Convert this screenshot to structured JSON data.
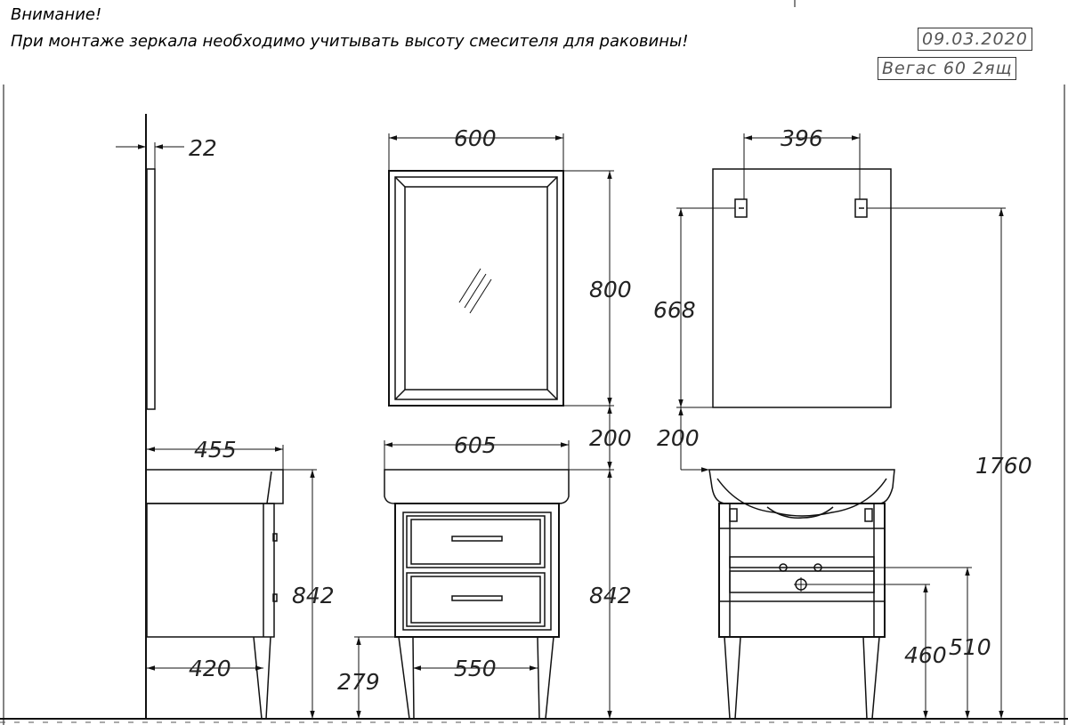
{
  "notes": {
    "warning_title": "Внимание!",
    "warning_text": "При монтаже зеркала необходимо учитывать высоту смесителя для раковины!"
  },
  "stamp": {
    "date": "09.03.2020",
    "model": "Вегас 60  2ящ"
  },
  "dimensions": {
    "mirror_depth": "22",
    "mirror_width": "600",
    "mirror_height": "800",
    "mount_spacing": "396",
    "mount_height": "668",
    "gap_front": "200",
    "gap_back": "200",
    "total_height": "1760",
    "cabinet_depth_top": "455",
    "cabinet_width_top": "605",
    "cabinet_height_side": "842",
    "cabinet_height_front": "842",
    "cabinet_depth_bottom": "420",
    "leg_spacing": "550",
    "leg_height": "279",
    "drain_height": "460",
    "inlet_height": "510"
  },
  "colors": {
    "line": "#1a1a1a",
    "dim_text": "#222222"
  }
}
